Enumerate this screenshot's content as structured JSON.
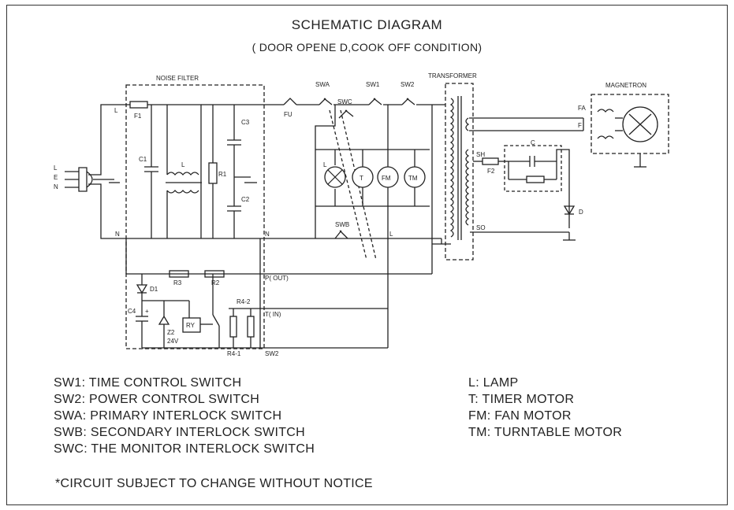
{
  "title": "SCHEMATIC DIAGRAM",
  "subtitle": "( DOOR OPENE D,COOK OFF CONDITION)",
  "blocks": {
    "noise_filter": "NOISE FILTER",
    "transformer": "TRANSFORMER",
    "magnetron": "MAGNETRON"
  },
  "component_labels": {
    "line_L": "L",
    "line_E": "E",
    "line_N": "N",
    "f1": "F1",
    "c1": "C1",
    "choke_L": "L",
    "r1": "R1",
    "c3": "C3",
    "c2": "C2",
    "nf_L": "L",
    "nf_N_left": "N",
    "nf_N_right": "N",
    "fu": "FU",
    "swa": "SWA",
    "swc": "SWC",
    "sw1": "SW1",
    "sw2": "SW2",
    "lamp": "L",
    "t": "T",
    "fm": "FM",
    "tm": "TM",
    "swb": "SWB",
    "swb_L": "L",
    "fa": "FA",
    "f": "F",
    "sh": "SH",
    "f2": "F2",
    "c": "C",
    "d": "D",
    "so": "SO",
    "r3": "R3",
    "r2": "R2",
    "d1": "D1",
    "c4": "C4",
    "plus": "+",
    "ry": "RY",
    "z": "Z2",
    "z_v": "24V",
    "r4_2": "R4-2",
    "r4_1": "R4-1",
    "p_out": "P( OUT)",
    "t_in": "T( IN)",
    "sw2_b": "SW2"
  },
  "legend_left": [
    "SW1: TIME CONTROL SWITCH",
    "SW2: POWER CONTROL SWITCH",
    "SWA: PRIMARY INTERLOCK SWITCH",
    "SWB: SECONDARY INTERLOCK SWITCH",
    "SWC: THE MONITOR INTERLOCK SWITCH"
  ],
  "legend_right": [
    "L: LAMP",
    "T: TIMER MOTOR",
    "FM: FAN MOTOR",
    "TM: TURNTABLE MOTOR"
  ],
  "note": "*CIRCUIT SUBJECT TO CHANGE WITHOUT NOTICE"
}
